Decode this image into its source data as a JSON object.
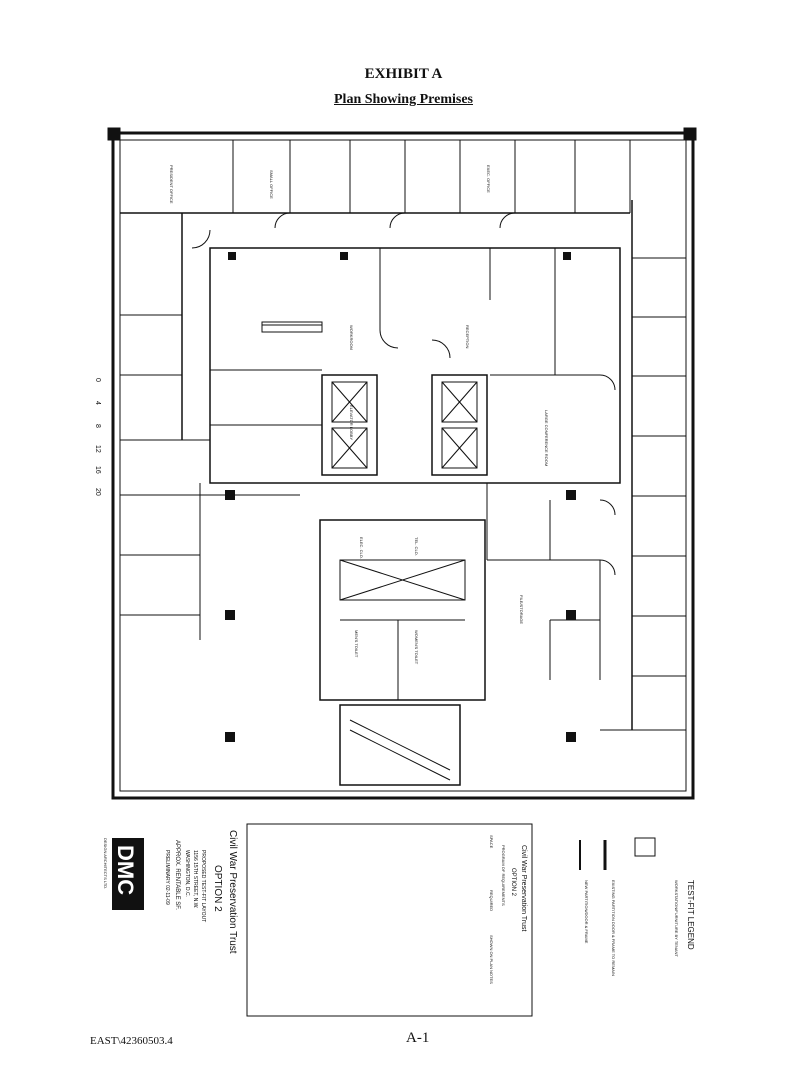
{
  "header": {
    "exhibit": "EXHIBIT A",
    "subtitle": "Plan Showing Premises"
  },
  "scale_bar": [
    "0",
    "4",
    "8",
    "12",
    "16",
    "20"
  ],
  "rooms": {
    "elevator_lobby": "ELEVATOR LOBBY",
    "reception": "RECEPTION",
    "conference": "LARGE CONFERENCE ROOM",
    "file_storage": "FILE/STORAGE",
    "mens_toilet": "MEN'S TOILET",
    "womens_toilet": "WOMEN'S TOILET",
    "elec": "ELEC. CLO.",
    "tel": "TEL. CLO.",
    "small_office": "SMALL OFFICE",
    "exec_office": "EXEC. OFFICE",
    "president": "PRESIDENT OFFICE",
    "workroom": "WORKROOM"
  },
  "legend": {
    "title": "TEST-FIT LEGEND",
    "items": [
      "WORKSTATION/FURNITURE BY TENANT",
      "EXISTING PARTITION DOOR & FRAME TO REMAIN",
      "NEW PARTITION/DOOR & FRAME"
    ]
  },
  "program": {
    "title": "Civil War Preservation Trust",
    "subtitle": "OPTION 2",
    "heading": "PROGRAM OF REQUIREMENTS",
    "columns": [
      "SPACE",
      "REQUIRED",
      "SHOWN ON PLAN",
      "NOTES"
    ]
  },
  "title_block": {
    "client": "Civil War Preservation Trust",
    "name": "OPTION 2",
    "line1": "PROPOSED TEST-FIT LAYOUT",
    "line2": "1156 15TH STREET, N.W.",
    "line3": "WASHINGTON, D.C.",
    "line4": "APPROX. RENTABLE SF.",
    "line5": "PRELIMINARY 02-11-09",
    "firm": "DMC",
    "firm_sub": "DESIGN ARCHITECTS LTD."
  },
  "footer": {
    "doc_id": "EAST\\42360503.4",
    "page": "A-1"
  }
}
